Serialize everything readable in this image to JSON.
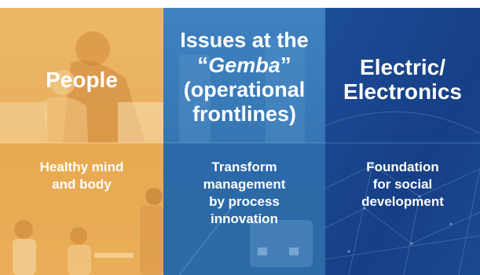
{
  "panels": {
    "people": {
      "title": "People",
      "subtitle_line1": "Healthy mind",
      "subtitle_line2": "and body",
      "color": "#e8a84a"
    },
    "gemba": {
      "title_line1": "Issues at the",
      "title_quote_open": "“",
      "title_italic": "Gemba",
      "title_quote_close": "”",
      "title_line3": "(operational",
      "title_line4": "frontlines)",
      "subtitle_line1": "Transform",
      "subtitle_line2": "management",
      "subtitle_line3": "by process",
      "subtitle_line4": "innovation",
      "color": "#2e6fae"
    },
    "electric": {
      "title_line1": "Electric/",
      "title_line2": "Electronics",
      "subtitle_line1": "Foundation",
      "subtitle_line2": "for social",
      "subtitle_line3": "development",
      "color": "#17408a"
    }
  }
}
